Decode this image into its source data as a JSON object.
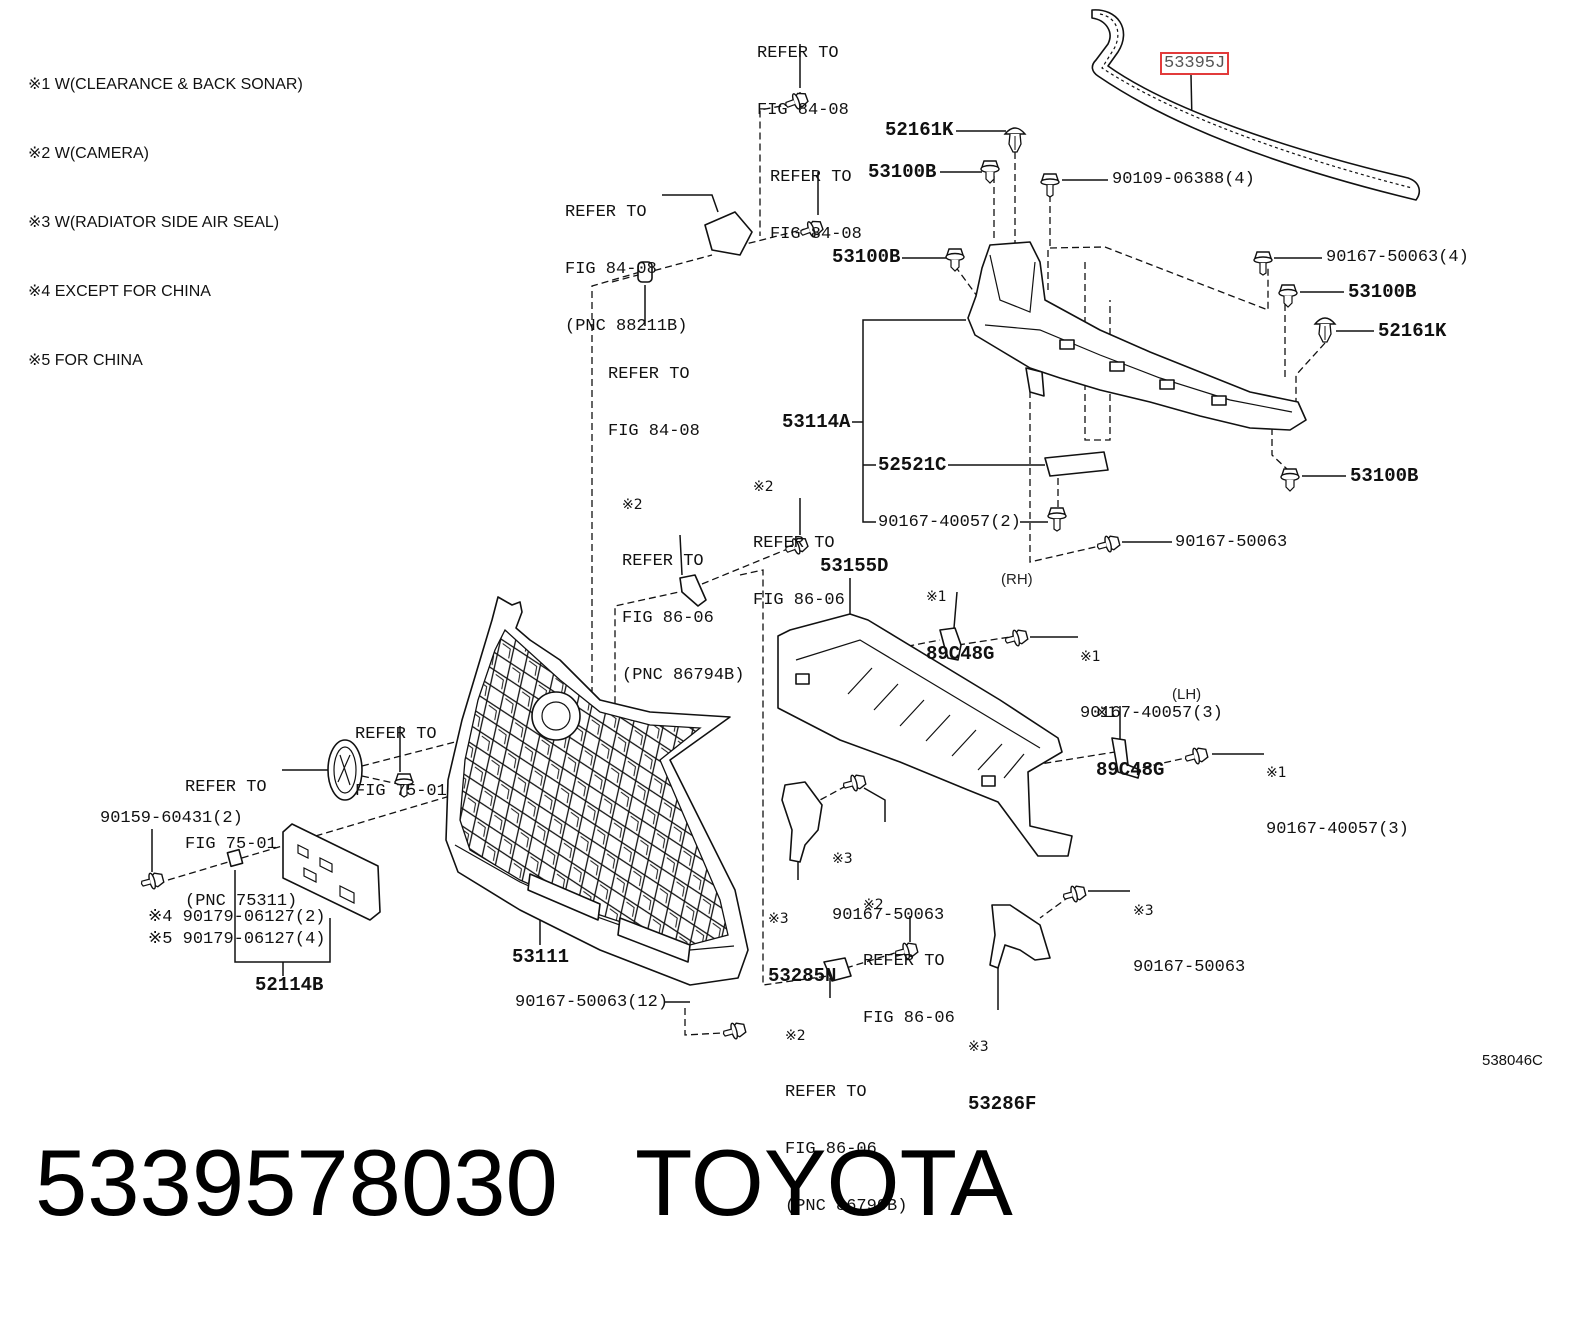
{
  "notes": [
    "※1 W(CLEARANCE & BACK SONAR)",
    "※2 W(CAMERA)",
    "※3 W(RADIATOR SIDE AIR SEAL)",
    "※4 EXCEPT FOR CHINA",
    "※5 FOR CHINA"
  ],
  "refer": {
    "r1": [
      "REFER TO",
      "FIG 84-08"
    ],
    "r2": [
      "REFER TO",
      "FIG 84-08"
    ],
    "r3": [
      "REFER TO",
      "FIG 84-08",
      "(PNC 88211B)"
    ],
    "r4": [
      "REFER TO",
      "FIG 84-08"
    ],
    "r5": [
      "※2",
      "REFER TO",
      "FIG 86-06",
      "(PNC 86794B)"
    ],
    "r6": [
      "※2",
      "REFER TO",
      "FIG 86-06"
    ],
    "r7": [
      "REFER TO",
      "FIG 75-01"
    ],
    "r8": [
      "REFER TO",
      "FIG 75-01",
      "(PNC 75311)"
    ],
    "r9": [
      "※2",
      "REFER TO",
      "FIG 86-06"
    ],
    "r10": [
      "※2",
      "REFER TO",
      "FIG 86-06",
      "(PNC 86790B)"
    ]
  },
  "callouts": {
    "c_53395J": "53395J",
    "c_52161K_a": "52161K",
    "c_53100B_a": "53100B",
    "c_90109": "90109-06388(4)",
    "c_53100B_b": "53100B",
    "c_90167_50063_4": "90167-50063(4)",
    "c_53100B_c": "53100B",
    "c_52161K_b": "52161K",
    "c_53114A": "53114A",
    "c_52521C": "52521C",
    "c_53100B_d": "53100B",
    "c_90167_40057_2": "90167-40057(2)",
    "c_90167_50063_a": "90167-50063",
    "c_53155D": "53155D",
    "c_89C48G_rh": {
      "mark": "※1",
      "code": "89C48G",
      "side": "(RH)"
    },
    "c_90167_40057_3_a": {
      "mark": "※1",
      "code": "90167-40057(3)"
    },
    "c_89C48G_lh": {
      "mark": "※1",
      "code": "89C48G",
      "side": "(LH)"
    },
    "c_90167_40057_3_b": {
      "mark": "※1",
      "code": "90167-40057(3)"
    },
    "c_90159": "90159-60431(2)",
    "c_90167_50063_b": {
      "mark": "※3",
      "code": "90167-50063"
    },
    "c_53285N": {
      "mark": "※3",
      "code": "53285N"
    },
    "c_90167_50063_c": {
      "mark": "※3",
      "code": "90167-50063"
    },
    "c_90179_a": "※4 90179-06127(2)",
    "c_90179_b": "※5 90179-06127(4)",
    "c_52114B": "52114B",
    "c_53111": "53111",
    "c_90167_50063_12": "90167-50063(12)",
    "c_53286F": {
      "mark": "※3",
      "code": "53286F"
    }
  },
  "illustration_id": "538046C",
  "caption": {
    "part_number": "5339578030",
    "brand": "TOYOTA"
  },
  "colors": {
    "highlight": "#e23b3b"
  }
}
